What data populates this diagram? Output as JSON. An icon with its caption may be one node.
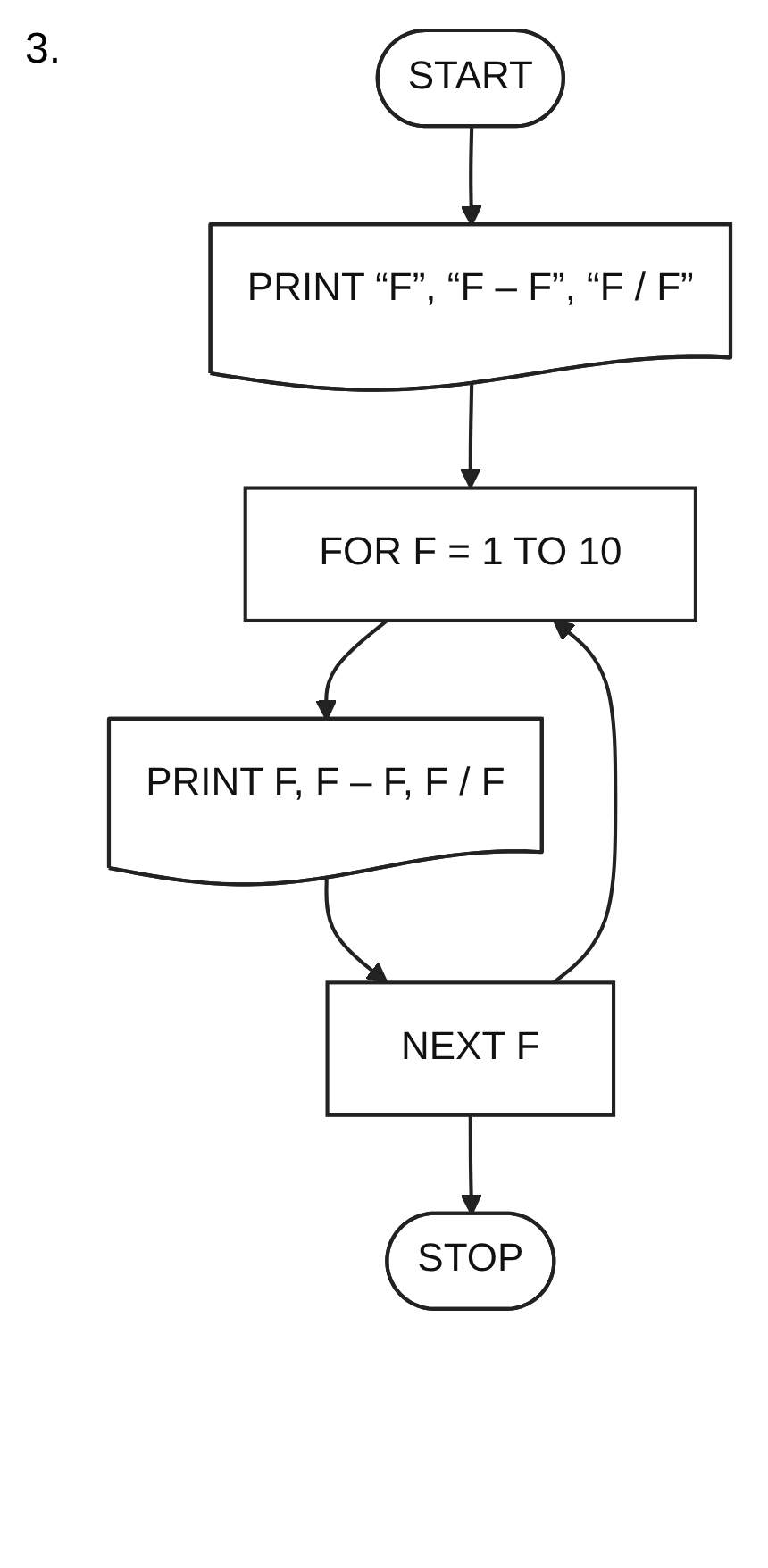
{
  "diagram": {
    "nodes": [
      {
        "text": [
          "START"
        ]
      },
      {
        "text": [
          "PRINT “F”, “F – F”, “F / F”"
        ]
      },
      {
        "text": [
          "FOR F = 1 TO 10"
        ]
      },
      {
        "text": [
          "PRINT F, F – F, F / F"
        ]
      },
      {
        "text": [
          "NEXT F"
        ]
      },
      {
        "text": [
          "STOP"
        ]
      }
    ],
    "edges": [
      {
        "from": 0,
        "to": 1,
        "arrow": "to"
      },
      {
        "from": 1,
        "to": 2,
        "arrow": "to"
      },
      {
        "from": 2,
        "to": 3,
        "arrow": "to"
      },
      {
        "from": 3,
        "to": 4,
        "arrow": "to"
      },
      {
        "from": 4,
        "to": 5,
        "arrow": "to"
      },
      {
        "from": 4,
        "to": 2,
        "arrow": "to"
      }
    ],
    "labels": [
      "3."
    ]
  }
}
